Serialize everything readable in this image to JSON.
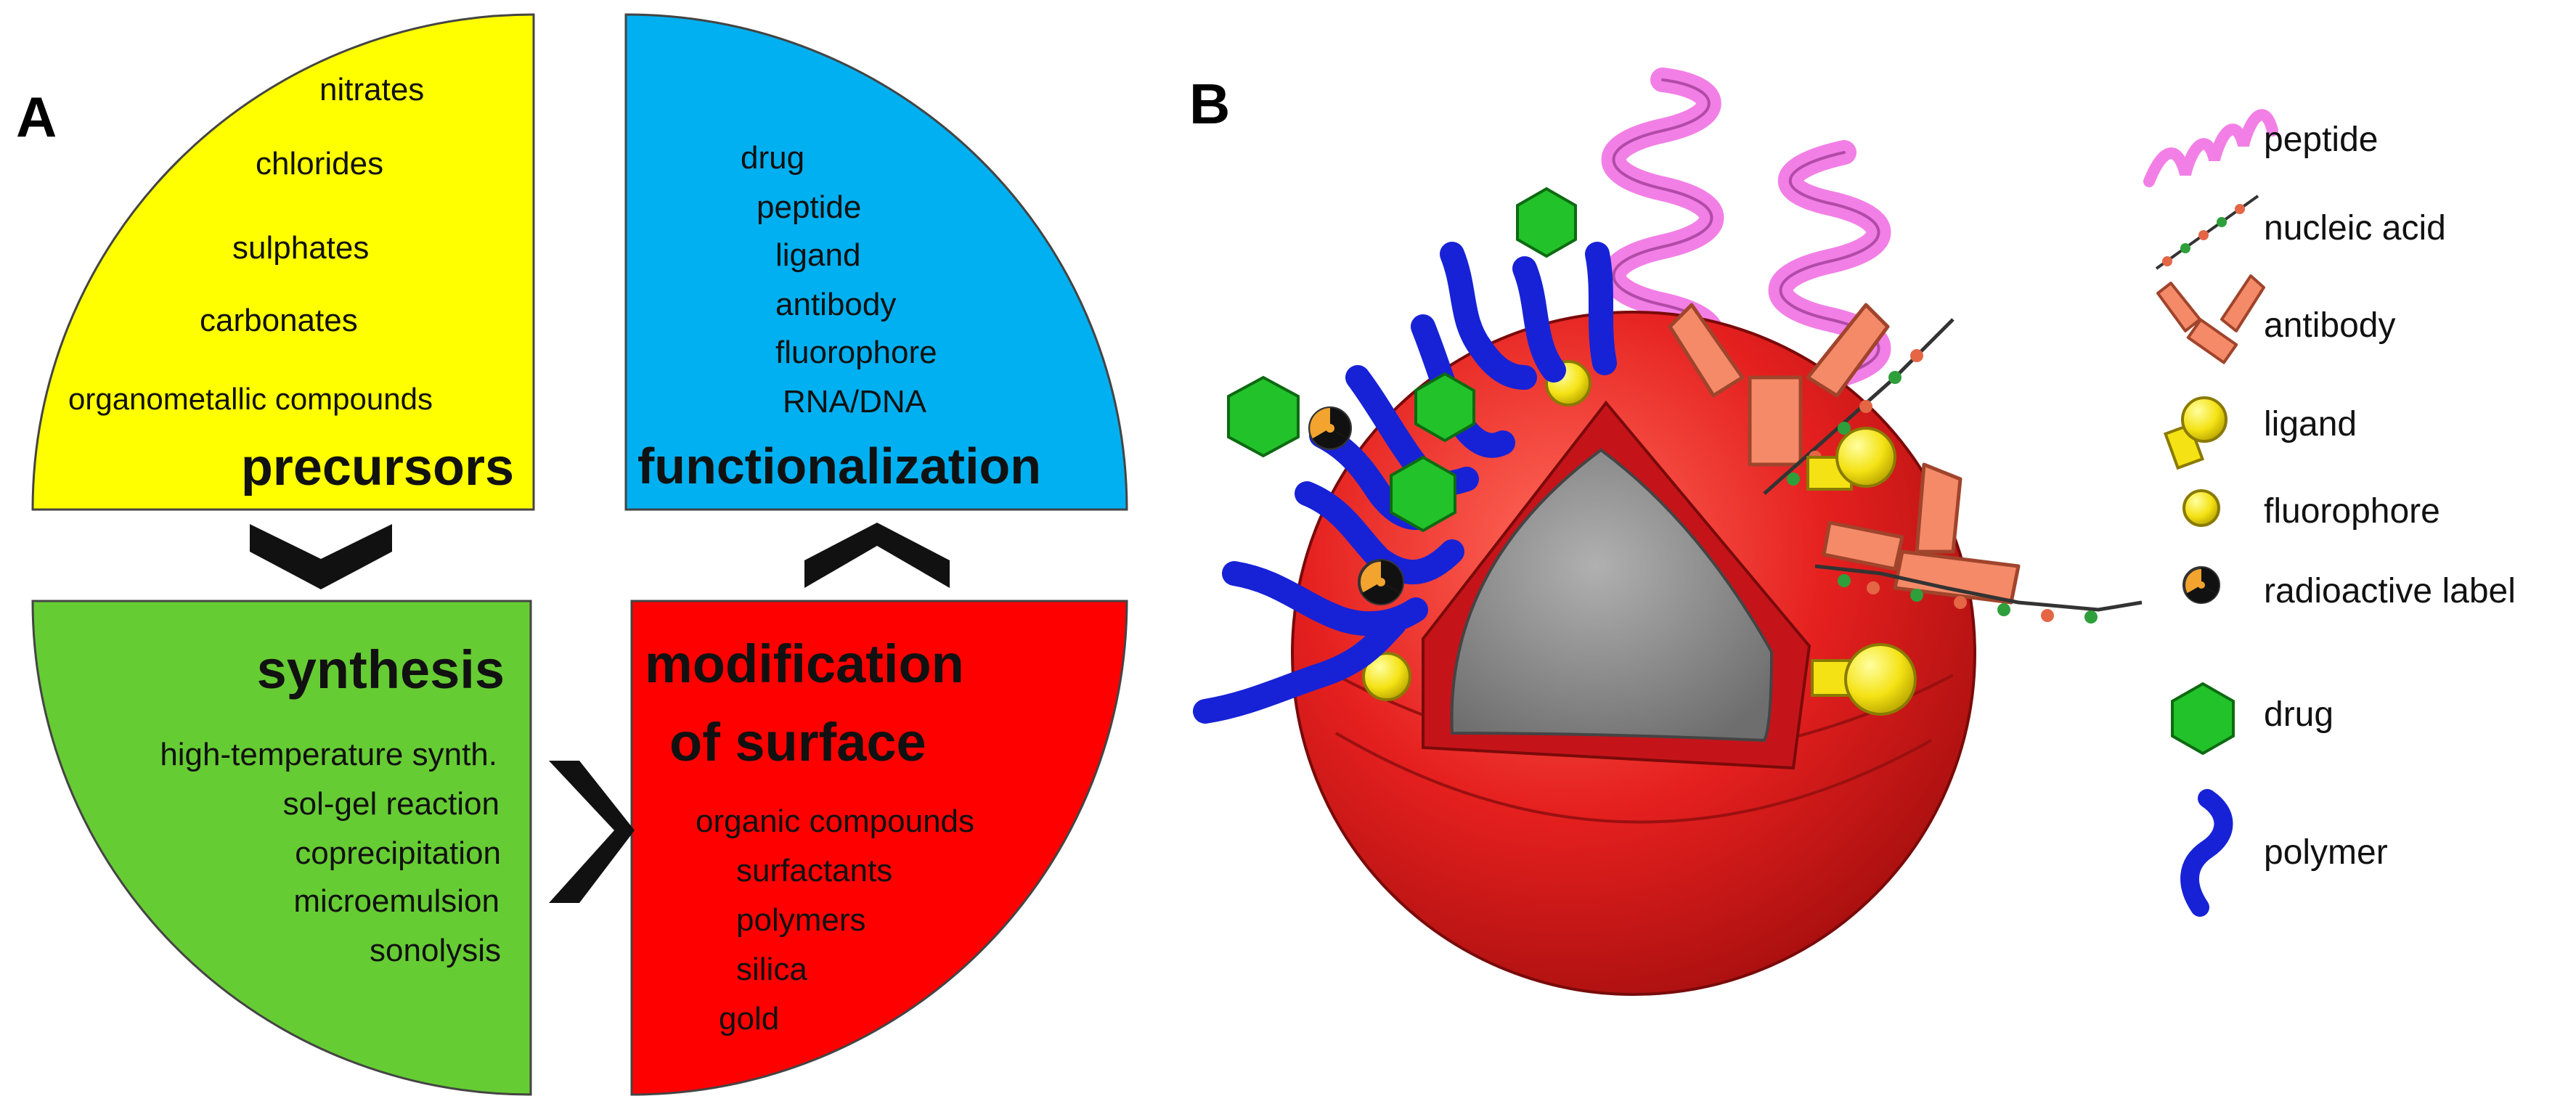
{
  "panel_a": {
    "label": "A",
    "precursors": {
      "title": "precursors",
      "items": [
        "nitrates",
        "chlorides",
        "sulphates",
        "carbonates",
        "organometallic compounds"
      ],
      "color": "#FFFF00"
    },
    "functionalization": {
      "title": "functionalization",
      "items": [
        "drug",
        "peptide",
        "ligand",
        "antibody",
        "fluorophore",
        "RNA/DNA"
      ],
      "color": "#00B0F0"
    },
    "synthesis": {
      "title": "synthesis",
      "items": [
        "high-temperature synth.",
        "sol-gel reaction",
        "coprecipitation",
        "microemulsion",
        "sonolysis"
      ],
      "color": "#66CC33"
    },
    "modification": {
      "title_line1": "modification",
      "title_line2": "of surface",
      "items": [
        "organic compounds",
        "surfactants",
        "polymers",
        "silica",
        "gold"
      ],
      "color": "#FF0000"
    }
  },
  "panel_b": {
    "label": "B",
    "legend": [
      {
        "name": "peptide",
        "icon": "helix-icon"
      },
      {
        "name": "nucleic acid",
        "icon": "nucleic-acid-icon"
      },
      {
        "name": "antibody",
        "icon": "antibody-icon"
      },
      {
        "name": "ligand",
        "icon": "ligand-icon"
      },
      {
        "name": "fluorophore",
        "icon": "fluorophore-icon"
      },
      {
        "name": "radioactive label",
        "icon": "radioactive-icon"
      },
      {
        "name": "drug",
        "icon": "drug-icon"
      },
      {
        "name": "polymer",
        "icon": "polymer-icon"
      }
    ],
    "colors": {
      "core": "#E5201F",
      "core_inner": "#8A8A8A",
      "peptide": "#F27FE6",
      "antibody": "#F48A68",
      "ligand": "#F4E214",
      "drug": "#22C22A",
      "polymer": "#1722D6",
      "nucleic_red": "#E46645",
      "nucleic_green": "#2E9F3A"
    }
  }
}
